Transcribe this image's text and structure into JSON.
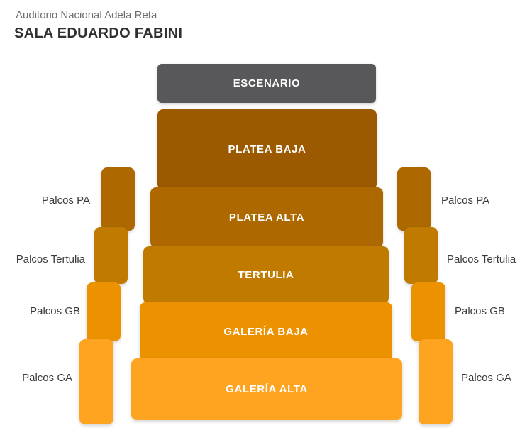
{
  "header": {
    "venue": "Auditorio Nacional Adela Reta",
    "hall": "SALA EDUARDO FABINI"
  },
  "stage": {
    "label": "ESCENARIO",
    "color": "#58585a"
  },
  "sections": [
    {
      "label": "PLATEA BAJA",
      "color": "#9b5900"
    },
    {
      "label": "PLATEA ALTA",
      "color": "#ad6800"
    },
    {
      "label": "TERTULIA",
      "color": "#c17a00"
    },
    {
      "label": "GALERÍA BAJA",
      "color": "#ec9200"
    },
    {
      "label": "GALERÍA ALTA",
      "color": "#ffa421"
    }
  ],
  "palcos": {
    "left": [
      {
        "label": "Palcos PA",
        "color": "#ad6800"
      },
      {
        "label": "Palcos Tertulia",
        "color": "#c17a00"
      },
      {
        "label": "Palcos GB",
        "color": "#ec9200"
      },
      {
        "label": "Palcos GA",
        "color": "#ffa421"
      }
    ],
    "right": [
      {
        "label": "Palcos PA",
        "color": "#ad6800"
      },
      {
        "label": "Palcos Tertulia",
        "color": "#c17a00"
      },
      {
        "label": "Palcos GB",
        "color": "#ec9200"
      },
      {
        "label": "Palcos GA",
        "color": "#ffa421"
      }
    ]
  }
}
